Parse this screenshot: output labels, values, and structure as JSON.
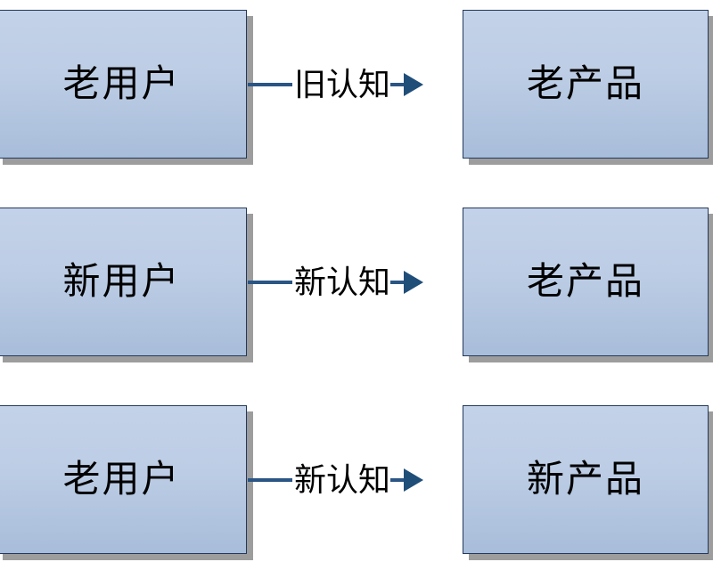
{
  "diagram": {
    "type": "flow-diagram",
    "orientation": "horizontal-rows",
    "background_color": "#ffffff",
    "node_fill_top": "#c3d2e8",
    "node_fill_bottom": "#a8bdda",
    "node_border_color": "#23395b",
    "node_shadow_color": "#8c8c8c",
    "connector_color": "#2a5584",
    "arrow_head_color": "#1f4e79",
    "text_color": "#000000",
    "rows": [
      {
        "id": "row-1",
        "source": "老用户",
        "connector_label": "旧认知",
        "target": "老产品"
      },
      {
        "id": "row-2",
        "source": "新用户",
        "connector_label": "新认知",
        "target": "老产品"
      },
      {
        "id": "row-3",
        "source": "老用户",
        "connector_label": "新认知",
        "target": "新产品"
      }
    ]
  }
}
